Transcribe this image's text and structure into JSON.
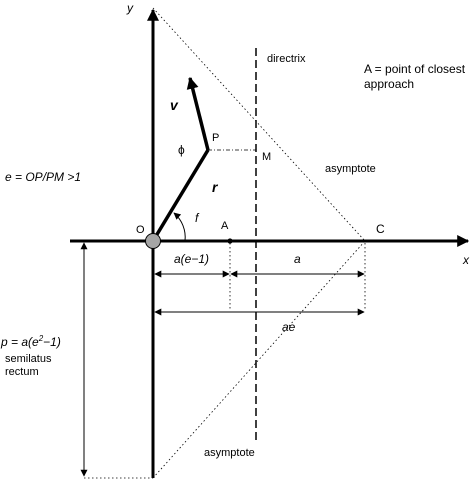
{
  "diagram": {
    "axes": {
      "x_label": "x",
      "y_label": "y"
    },
    "points": {
      "origin": "O",
      "closest": "A",
      "particle": "P",
      "foot": "M",
      "center": "C"
    },
    "labels": {
      "directrix": "directrix",
      "asymptote_upper": "asymptote",
      "asymptote_lower": "asymptote",
      "note_line1": "A = point of closest",
      "note_line2": "approach",
      "eccentricity": "e = OP/PM >1",
      "velocity": "v",
      "radius": "r",
      "phi": "ϕ",
      "true_anomaly": "f",
      "dim_a_e_minus_1": "a(e−1)",
      "dim_a": "a",
      "dim_ae": "ae",
      "p_prefix": "p = a(e",
      "p_exp": "2",
      "p_suffix": "−1)",
      "semilatus_line1": "semilatus",
      "semilatus_line2": "rectum"
    },
    "colors": {
      "ink": "#000000",
      "focus_fill": "#a6a6a6"
    }
  }
}
